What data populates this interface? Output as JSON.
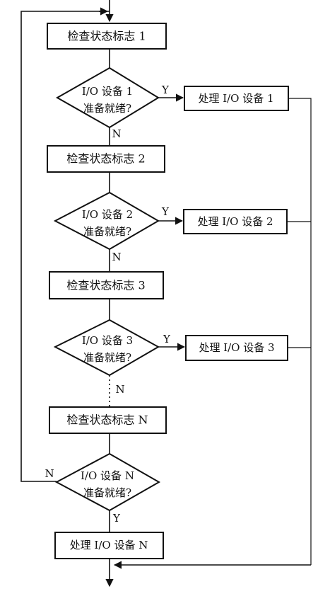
{
  "nodes": {
    "check1": "检查状态标志 1",
    "decision1_line1": "I/O 设备 1",
    "decision1_line2": "准备就绪?",
    "process1": "处理 I/O 设备 1",
    "check2": "检查状态标志 2",
    "decision2_line1": "I/O 设备 2",
    "decision2_line2": "准备就绪?",
    "process2": "处理 I/O 设备 2",
    "check3": "检查状态标志 3",
    "decision3_line1": "I/O 设备 3",
    "decision3_line2": "准备就绪?",
    "process3": "处理 I/O 设备 3",
    "checkN": "检查状态标志 N",
    "decisionN_line1": "I/O 设备 N",
    "decisionN_line2": "准备就绪?",
    "processN": "处理 I/O 设备 N"
  },
  "edge_labels": {
    "yes": "Y",
    "no": "N"
  }
}
